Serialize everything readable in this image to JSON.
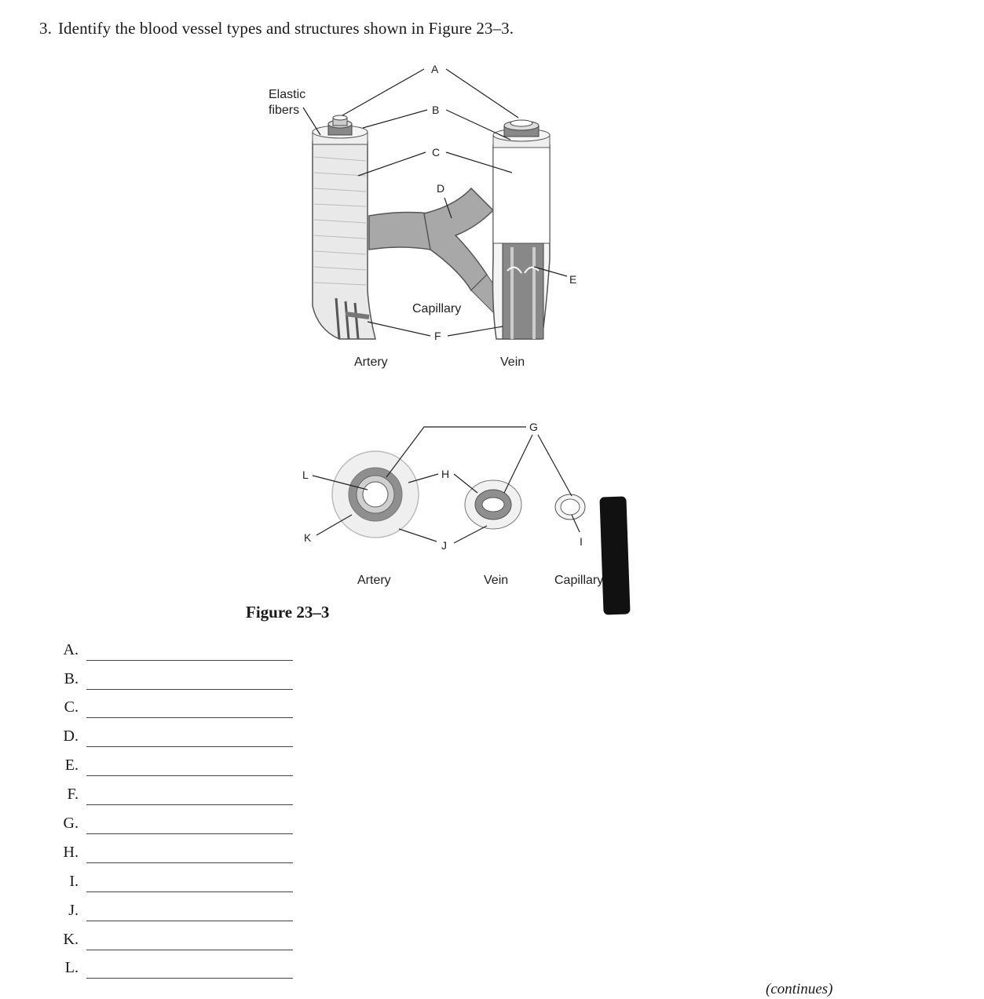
{
  "question": {
    "number": "3.",
    "text": "Identify the blood vessel types and structures shown in Figure 23–3."
  },
  "figure": {
    "caption": "Figure 23–3",
    "top_labels": {
      "elastic": "Elastic",
      "fibers": "fibers",
      "artery": "Artery",
      "vein": "Vein",
      "capillary": "Capillary"
    },
    "bottom_labels": {
      "artery": "Artery",
      "vein": "Vein",
      "capillary": "Capillary"
    },
    "letters": {
      "A": "A",
      "B": "B",
      "C": "C",
      "D": "D",
      "E": "E",
      "F": "F",
      "G": "G",
      "H": "H",
      "I": "I",
      "J": "J",
      "K": "K",
      "L": "L"
    },
    "colors": {
      "outer_wall": "#f2f2f2",
      "middle_layer": "#8f8f8f",
      "inner_layer": "#b9b9b9",
      "capillary": "#a8a8a8"
    }
  },
  "answers": [
    {
      "letter": "A."
    },
    {
      "letter": "B."
    },
    {
      "letter": "C."
    },
    {
      "letter": "D."
    },
    {
      "letter": "E."
    },
    {
      "letter": "F."
    },
    {
      "letter": "G."
    },
    {
      "letter": "H."
    },
    {
      "letter": "I."
    },
    {
      "letter": "J."
    },
    {
      "letter": "K."
    },
    {
      "letter": "L."
    }
  ],
  "footer": {
    "continues": "(continues)"
  }
}
